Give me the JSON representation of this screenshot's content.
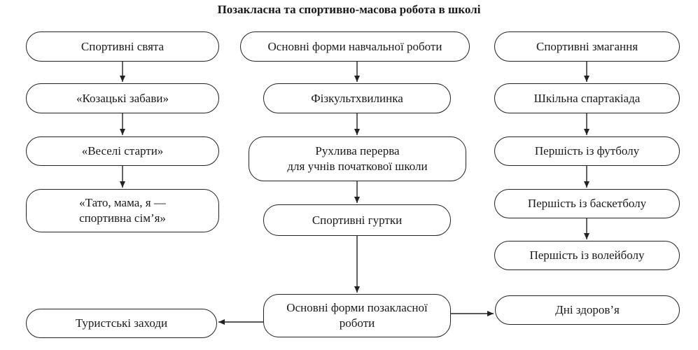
{
  "title": "Позакласна та спортивно-масова робота в школі",
  "left_column": [
    "Спортивні свята",
    "«Козацькі забави»",
    "«Веселі старти»",
    "«Тато, мама, я —\nспортивна сім’я»"
  ],
  "center_column": [
    "Основні форми навчальної роботи",
    "Фізкультхвилинка",
    "Рухлива перерва\nдля учнів початкової школи",
    "Спортивні гуртки",
    "Основні форми позакласної\nроботи"
  ],
  "right_column": [
    "Спортивні змагання",
    "Шкільна спартакіада",
    "Першість із футболу",
    "Першість із баскетболу",
    "Першість із волейболу"
  ],
  "bottom": {
    "left": "Туристські заходи",
    "right": "Дні здоров’я"
  }
}
